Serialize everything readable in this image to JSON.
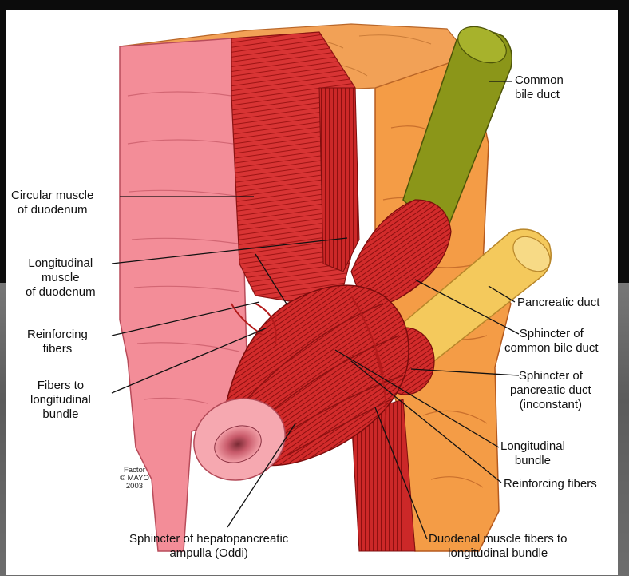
{
  "labels": {
    "common_bile_duct": [
      "Common",
      "bile duct"
    ],
    "circular_muscle": [
      "Circular muscle",
      "of duodenum"
    ],
    "longitudinal_muscle": [
      "Longitudinal",
      "muscle",
      "of duodenum"
    ],
    "reinforcing_fibers_left": [
      "Reinforcing",
      "fibers"
    ],
    "fibers_to_bundle": [
      "Fibers to",
      "longitudinal",
      "bundle"
    ],
    "pancreatic_duct": [
      "Pancreatic duct"
    ],
    "sphincter_common_bile_duct": [
      "Sphincter of",
      "common bile duct"
    ],
    "sphincter_pancreatic_duct": [
      "Sphincter of",
      "pancreatic duct",
      "(inconstant)"
    ],
    "longitudinal_bundle": [
      "Longitudinal",
      "bundle"
    ],
    "reinforcing_fibers_right": [
      "Reinforcing fibers"
    ],
    "duodenal_muscle_fibers": [
      "Duodenal muscle fibers to",
      "longitudinal bundle"
    ],
    "sphincter_oddi": [
      "Sphincter of hepatopancreatic",
      "ampulla (Oddi)"
    ]
  },
  "credit": [
    "Factor",
    "© MAYO",
    "2003"
  ],
  "colors": {
    "mucosa": "#f08a94",
    "muscle": "#d42a2a",
    "fat": "#f4a24a",
    "bile_duct": "#8a9418",
    "pancreatic_duct": "#f3c85a"
  }
}
